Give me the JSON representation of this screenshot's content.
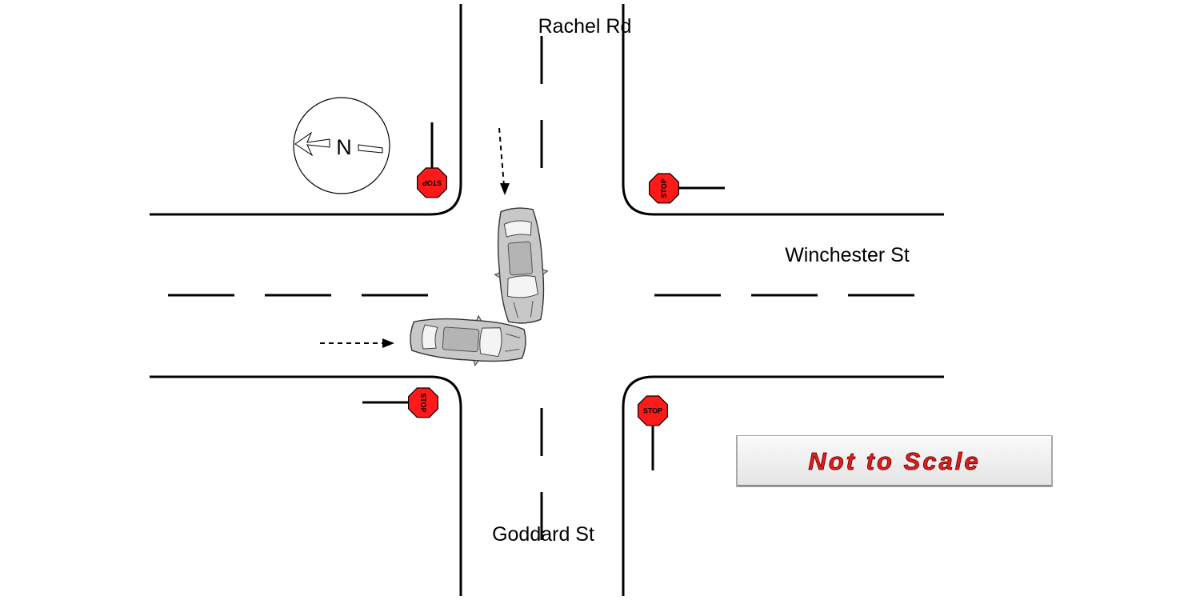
{
  "streets": {
    "north": "Rachel Rd",
    "south": "Goddard St",
    "east": "Winchester St"
  },
  "compass": {
    "label": "N"
  },
  "stop_sign_text": "STOP",
  "scale_note": "Not to Scale",
  "colors": {
    "road_line": "#000000",
    "stop_sign": "#ff1a1a",
    "car_body": "#c8c8c8",
    "scale_text": "#e31b1b"
  }
}
